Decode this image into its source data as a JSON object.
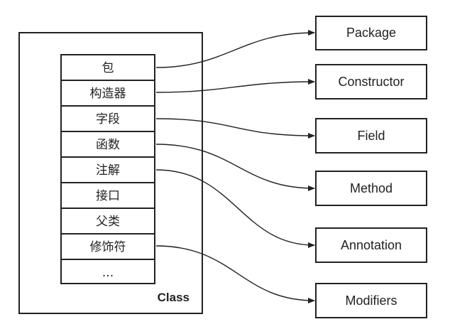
{
  "class_box": {
    "label": "Class",
    "members": [
      "包",
      "构造器",
      "字段",
      "函数",
      "注解",
      "接口",
      "父类",
      "修饰符",
      "..."
    ]
  },
  "targets": [
    "Package",
    "Constructor",
    "Field",
    "Method",
    "Annotation",
    "Modifiers"
  ]
}
